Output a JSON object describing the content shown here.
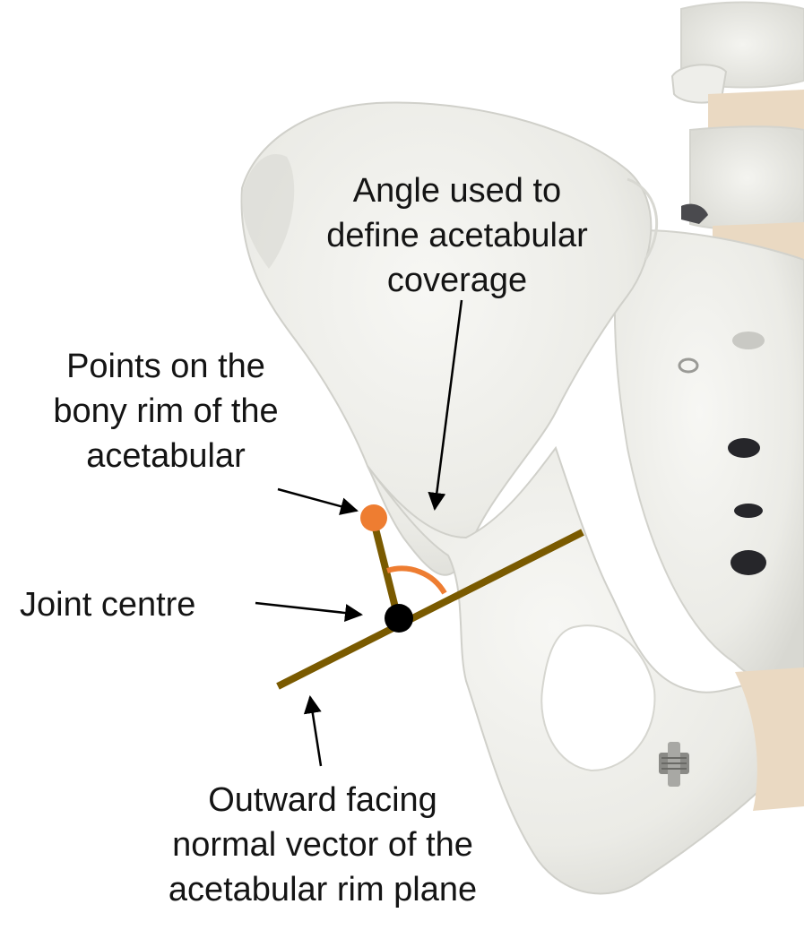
{
  "labels": {
    "angle": [
      "Angle used to",
      "define acetabular",
      "coverage"
    ],
    "points": [
      "Points on the",
      "bony rim of the",
      "acetabular"
    ],
    "joint": "Joint centre",
    "normal": [
      "Outward facing",
      "normal vector of the",
      "acetabular rim plane"
    ]
  },
  "colors": {
    "rim_point": "#ee7d31",
    "joint_centre": "#000000",
    "vector_line": "#7a5a00",
    "angle_arc": "#ee7d31",
    "arrow": "#000000",
    "bone": "#eeeeea",
    "cartilage": "#ead9c2"
  },
  "icons": {
    "spine": "vertebra-stack",
    "screw": "thumb-screw"
  }
}
